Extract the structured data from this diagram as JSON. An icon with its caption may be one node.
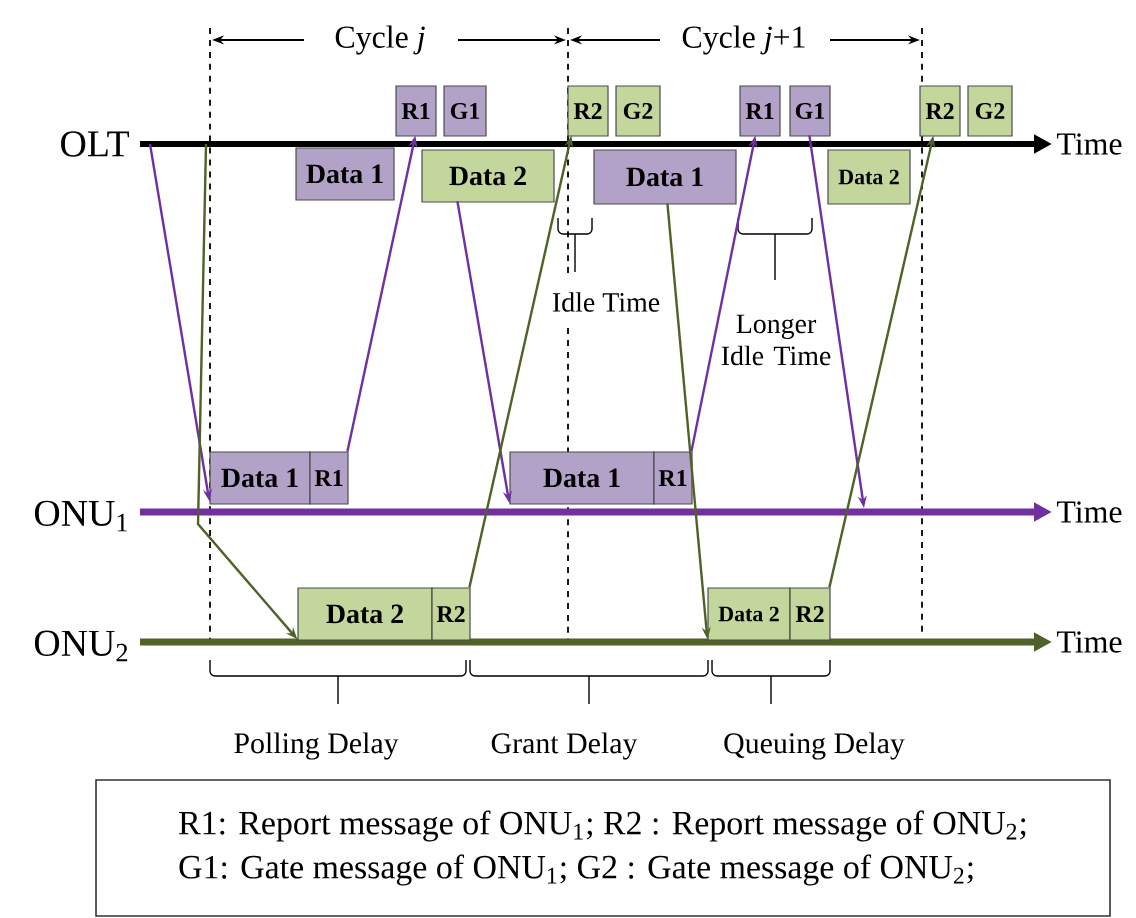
{
  "diagram": {
    "nodes": [
      {
        "text": [
          "R1"
        ]
      },
      {
        "text": [
          "G1"
        ]
      },
      {
        "text": [
          "R2"
        ]
      },
      {
        "text": [
          "G2"
        ]
      },
      {
        "text": [
          "R1"
        ]
      },
      {
        "text": [
          "G1"
        ]
      },
      {
        "text": [
          "R2"
        ]
      },
      {
        "text": [
          "G2"
        ]
      },
      {
        "text": [
          "Data 1"
        ]
      },
      {
        "text": [
          "Data 2"
        ]
      },
      {
        "text": [
          "Data 1"
        ]
      },
      {
        "text": [
          "Data 2"
        ]
      },
      {
        "text": [
          "Data 1"
        ]
      },
      {
        "text": [
          "R1"
        ]
      },
      {
        "text": [
          "Data 1"
        ]
      },
      {
        "text": [
          "R1"
        ]
      },
      {
        "text": [
          "Data 2"
        ]
      },
      {
        "text": [
          "R2"
        ]
      },
      {
        "text": [
          "Data 2"
        ]
      },
      {
        "text": [
          "R2"
        ]
      },
      {
        "text": [
          "R1: Report message of ONU$_{1}$; R2 : Report message of ONU$_{2}$;",
          "G1: Gate message of ONU$_{1}$; G2 : Gate message of ONU$_{2}$;"
        ]
      }
    ],
    "edges": [
      {
        "from": null,
        "to": 12,
        "arrow": "to",
        "color": "#7030a0"
      },
      {
        "from": null,
        "to": 16,
        "arrow": "to",
        "color": "#4f6228"
      },
      {
        "from": 13,
        "to": 0,
        "arrow": "to",
        "color": "#7030a0"
      },
      {
        "from": 9,
        "to": 14,
        "arrow": "to",
        "color": "#7030a0"
      },
      {
        "from": 17,
        "to": 2,
        "arrow": "to",
        "color": "#4f6228"
      },
      {
        "from": 10,
        "to": 18,
        "arrow": "to",
        "color": "#4f6228"
      },
      {
        "from": 15,
        "to": 4,
        "arrow": "to",
        "color": "#7030a0"
      },
      {
        "from": 5,
        "to": null,
        "arrow": "to",
        "color": "#7030a0"
      },
      {
        "from": 19,
        "to": 6,
        "arrow": "to",
        "color": "#4f6228"
      }
    ],
    "labels": [
      "Cycle *j*",
      "Cycle *j*+1",
      "OLT",
      "Time",
      "Idle Time",
      "Longer Idle Time",
      "ONU$_{1}$",
      "Time",
      "ONU$_{2}$",
      "Time",
      "Polling Delay",
      "Grant Delay",
      "Queuing Delay"
    ]
  }
}
